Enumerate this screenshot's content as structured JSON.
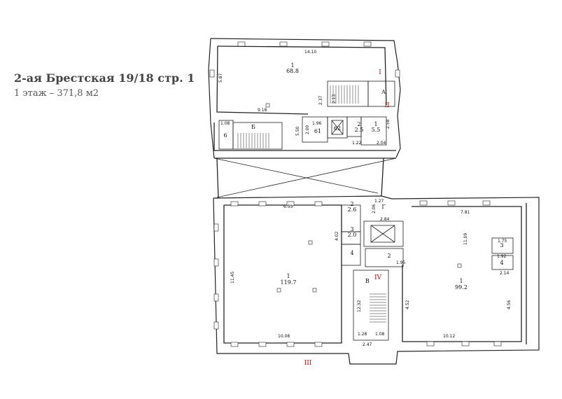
{
  "header": {
    "title": "2-ая Брестская 19/18 стр. 1",
    "subtitle": "1 этаж – 371,8 м2"
  },
  "colors": {
    "walls": "#222222",
    "sections": "#c01818",
    "text": "#444444"
  },
  "rooms": [
    {
      "num": "1",
      "area": "68.8"
    },
    {
      "num": "А"
    },
    {
      "num": "Б"
    },
    {
      "num": "6"
    },
    {
      "num": "61"
    },
    {
      "num": "62"
    },
    {
      "num": "2",
      "area": "2.5"
    },
    {
      "num": "1",
      "area": "5.5"
    },
    {
      "num": "2",
      "area": "2.6"
    },
    {
      "num": "Г"
    },
    {
      "num": "3",
      "area": "2.0"
    },
    {
      "num": "4"
    },
    {
      "num": "2"
    },
    {
      "num": "1",
      "area": "119.7"
    },
    {
      "num": "В"
    },
    {
      "num": "1",
      "area": "99.2"
    },
    {
      "num": "3"
    },
    {
      "num": "4"
    }
  ],
  "dimensions": [
    "14.10",
    "5.87",
    "9.18",
    "2.37",
    "2.13",
    "1.08",
    "5.50",
    "1.96",
    "2.00",
    "2.58",
    "1.22",
    "2.04",
    "6.53",
    "4.02",
    "2.06",
    "1.27",
    "2.84",
    "1.95",
    "7.81",
    "11.09",
    "1.75",
    "1.92",
    "2.14",
    "11.45",
    "10.08",
    "4.52",
    "4.56",
    "10.12",
    "12.32",
    "1.28",
    "1.08",
    "2.47"
  ],
  "sections": [
    "I",
    "II",
    "III",
    "IV"
  ]
}
